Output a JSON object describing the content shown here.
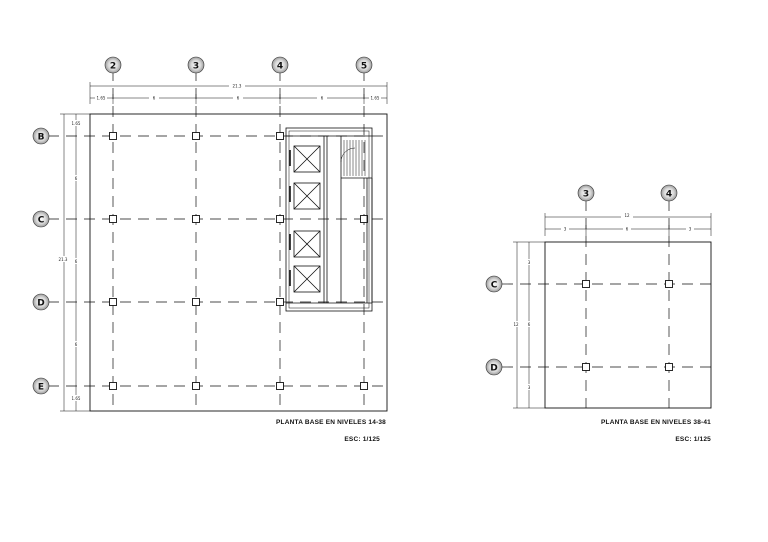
{
  "plan_a": {
    "title": "PLANTA BASE EN NIVELES  14-38",
    "scale": "ESC: 1/125",
    "columns": [
      "2",
      "3",
      "4",
      "5"
    ],
    "rows": [
      "B",
      "C",
      "D",
      "E"
    ],
    "overall_width": "21.3",
    "overall_height": "21.3",
    "width_segments": [
      "1.65",
      "6",
      "6",
      "6",
      "1.65"
    ],
    "height_segments": [
      "1.65",
      "6",
      "6",
      "6",
      "1.65"
    ]
  },
  "plan_b": {
    "title": "PLANTA BASE EN NIVELES  38-41",
    "scale": "ESC: 1/125",
    "columns": [
      "3",
      "4"
    ],
    "rows": [
      "C",
      "D"
    ],
    "overall_width": "12",
    "overall_height": "12",
    "width_segments": [
      "3",
      "6",
      "3"
    ],
    "height_segments": [
      "3",
      "6",
      "3"
    ]
  }
}
